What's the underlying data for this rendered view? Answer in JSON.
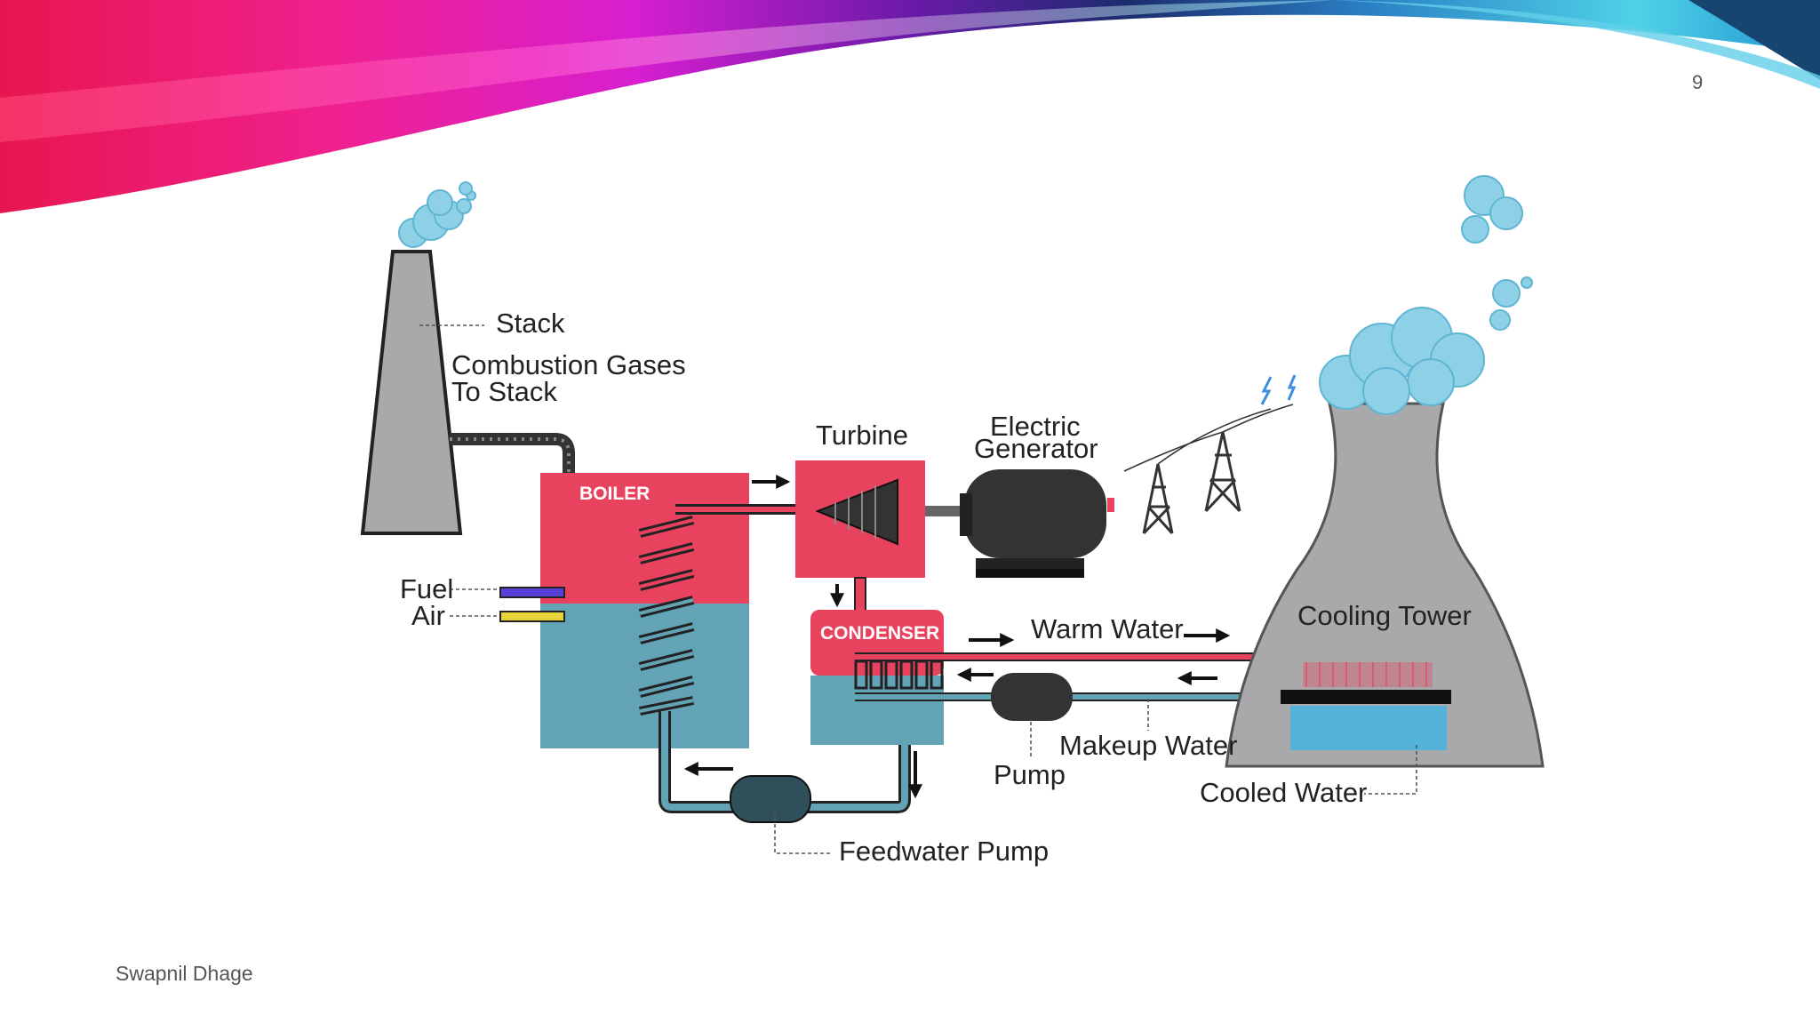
{
  "slide": {
    "page_number": "9",
    "author": "Swapnil Dhage"
  },
  "diagram": {
    "labels": {
      "stack": "Stack",
      "combustion_gases_1": "Combustion Gases",
      "combustion_gases_2": "To Stack",
      "turbine": "Turbine",
      "electric_generator_1": "Electric",
      "electric_generator_2": "Generator",
      "boiler": "BOILER",
      "fuel": "Fuel",
      "air": "Air",
      "condenser": "CONDENSER",
      "warm_water": "Warm Water",
      "cooling_tower": "Cooling Tower",
      "makeup_water": "Makeup Water",
      "pump": "Pump",
      "cooled_water": "Cooled Water",
      "feedwater_pump": "Feedwater Pump"
    },
    "colors": {
      "hot": "#e8425e",
      "cool": "#62a3b5",
      "structure": "#a9a9ab",
      "machine": "#333333",
      "smoke": "#8ed0e6",
      "fuel": "#5a3fd6",
      "air": "#e6d43a"
    }
  }
}
